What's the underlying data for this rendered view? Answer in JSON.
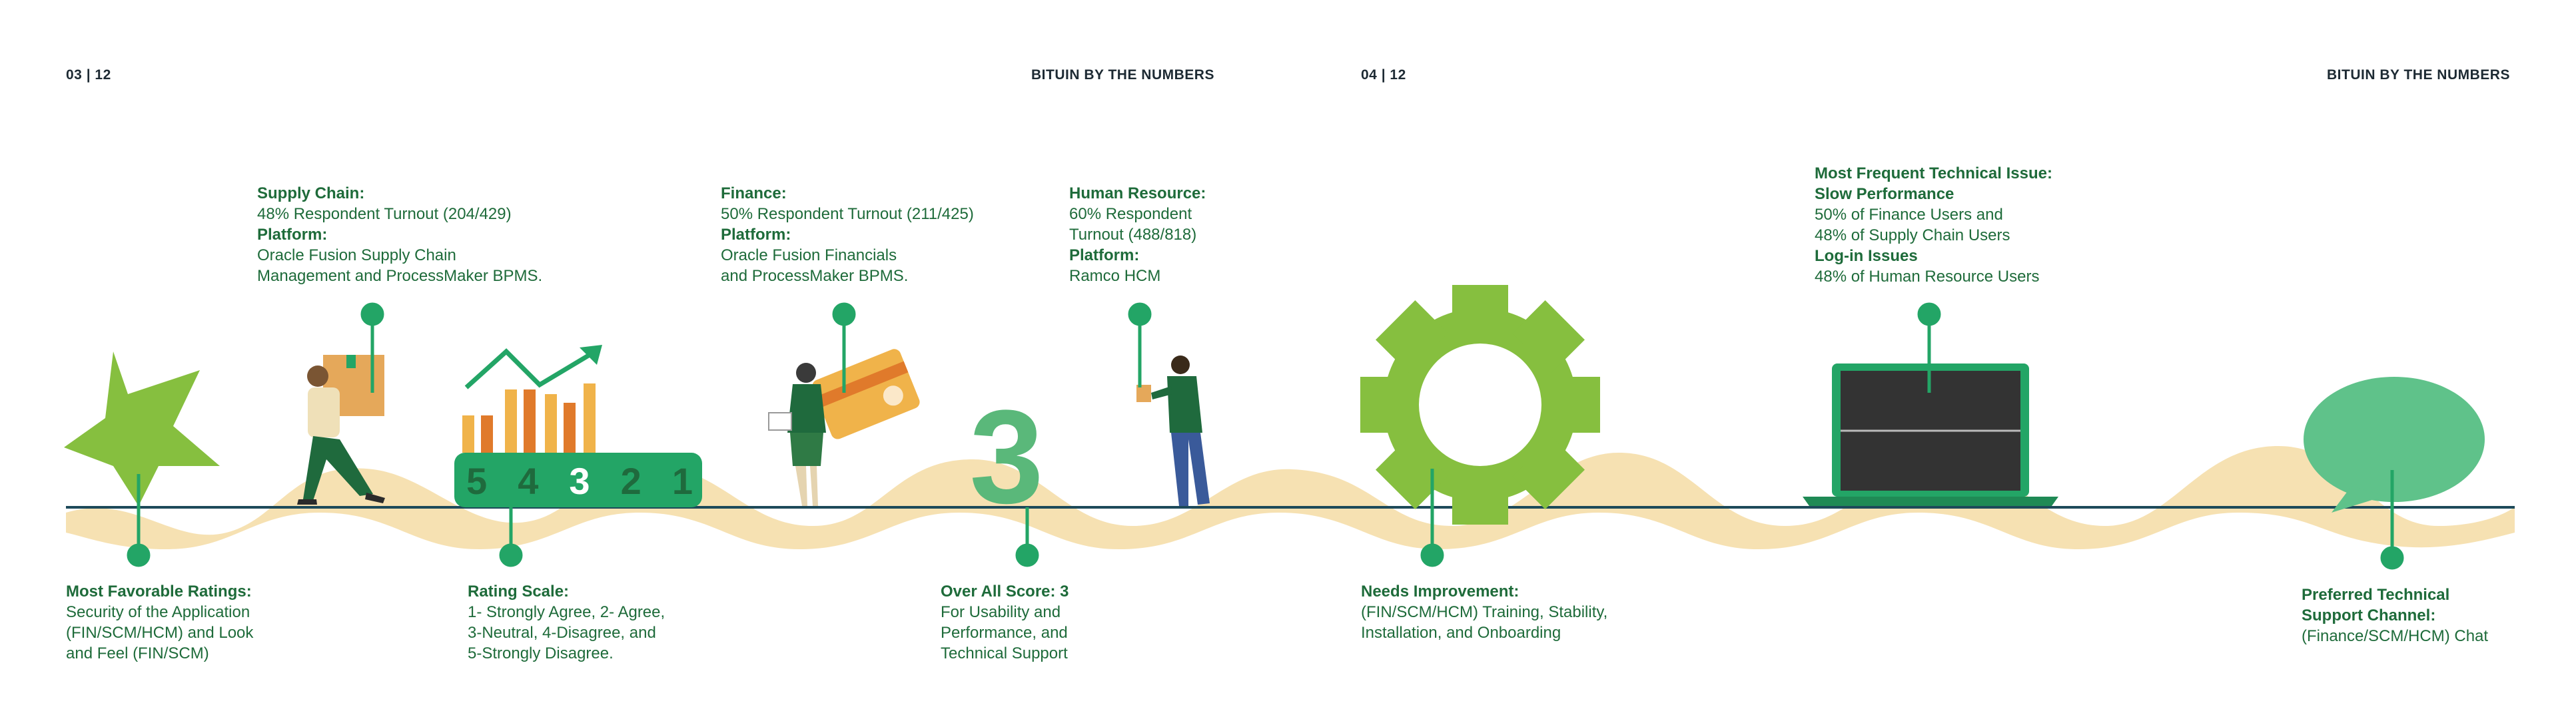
{
  "pages": [
    {
      "page_number": "03 | 12",
      "header": "BITUIN BY THE NUMBERS"
    },
    {
      "page_number": "04 | 12",
      "header": "BITUIN BY THE NUMBERS"
    }
  ],
  "rating_scale_graphic": [
    "5",
    "4",
    "3",
    "2",
    "1"
  ],
  "score_graphic": "3",
  "top_notes": {
    "supply_chain": {
      "title": "Supply Chain:",
      "turnout": "48% Respondent Turnout (204/429)",
      "platform_label": "Platform:",
      "platform_lines": [
        "Oracle Fusion Supply Chain",
        "Management and ProcessMaker BPMS."
      ]
    },
    "finance": {
      "title": "Finance:",
      "turnout": "50% Respondent Turnout  (211/425)",
      "platform_label": "Platform:",
      "platform_lines": [
        "Oracle Fusion Financials",
        "and ProcessMaker BPMS."
      ]
    },
    "human_resource": {
      "title": "Human Resource:",
      "turnout_lines": [
        "60% Respondent",
        "Turnout (488/818)"
      ],
      "platform_label": "Platform:",
      "platform": "Ramco HCM"
    },
    "technical_issue": {
      "title": "Most Frequent Technical Issue:",
      "issue1": "Slow Performance",
      "issue1_lines": [
        "50% of Finance Users and",
        "48% of Supply Chain Users"
      ],
      "issue2": "Log-in Issues",
      "issue2_line": "48% of Human Resource Users"
    }
  },
  "bottom_notes": {
    "favorable": {
      "title": "Most Favorable Ratings:",
      "lines": [
        "Security of the Application",
        "(FIN/SCM/HCM) and Look",
        "and Feel (FIN/SCM)"
      ]
    },
    "rating_scale": {
      "title": "Rating Scale:",
      "lines": [
        "1- Strongly Agree, 2- Agree,",
        "3-Neutral, 4-Disagree, and",
        "5-Strongly Disagree."
      ]
    },
    "overall": {
      "title": "Over All Score: 3",
      "lines": [
        "For Usability and",
        "Performance, and",
        "Technical Support"
      ]
    },
    "needs_improvement": {
      "title": "Needs Improvement:",
      "lines": [
        "(FIN/SCM/HCM) Training, Stability,",
        "Installation, and Onboarding"
      ]
    },
    "support_channel": {
      "title_lines": [
        "Preferred Technical",
        "Support Channel:"
      ],
      "line": "(Finance/SCM/HCM) Chat"
    }
  },
  "colors": {
    "text_green": "#1e6b3a",
    "accent_green": "#23a566",
    "leaf_green": "#86bf3f",
    "sand": "#f5dca4",
    "timeline": "#1d4a5a"
  }
}
